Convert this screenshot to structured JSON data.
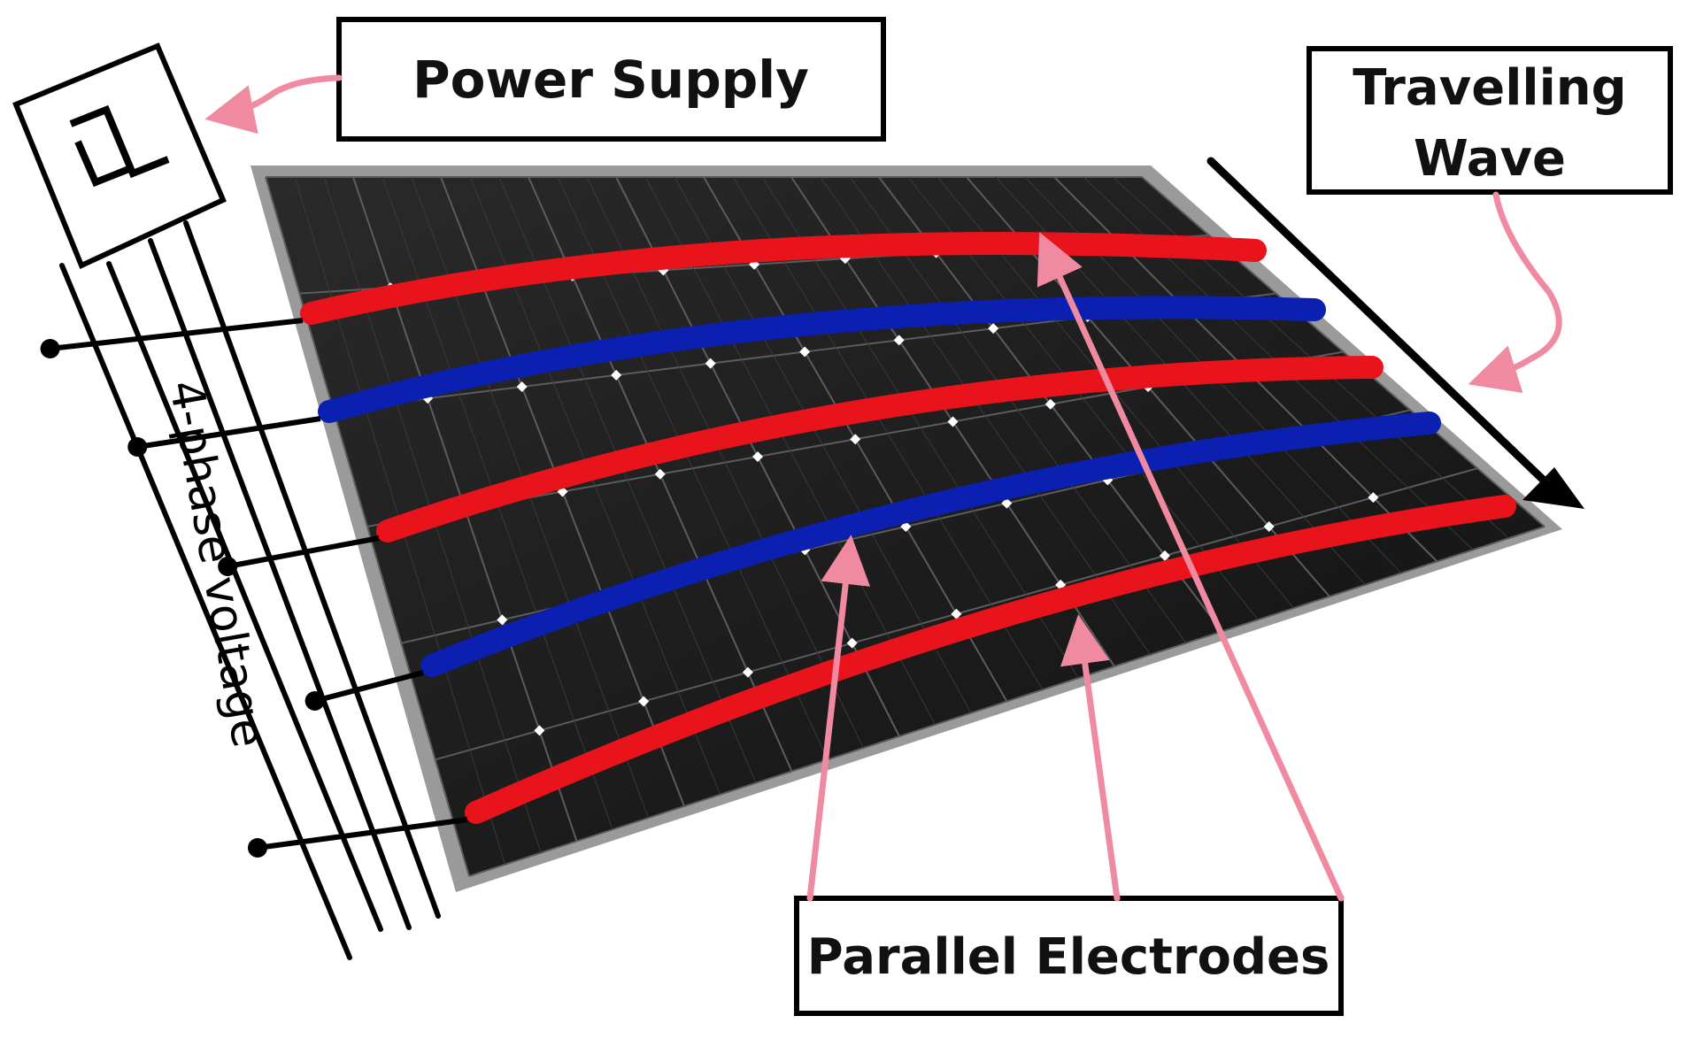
{
  "labels": {
    "power_supply": "Power Supply",
    "travelling_wave_line1": "Travelling",
    "travelling_wave_line2": "Wave",
    "parallel_electrodes": "Parallel Electrodes",
    "phase_voltage": "4-phase voltage"
  },
  "electrodes": [
    {
      "phase": "red"
    },
    {
      "phase": "blue"
    },
    {
      "phase": "red"
    },
    {
      "phase": "blue"
    },
    {
      "phase": "red"
    }
  ],
  "colors": {
    "electrode_red": "#e8131b",
    "electrode_blue": "#0b1fb0",
    "callout_arrow": "#f08aa0",
    "panel_dark": "#1b1b1b",
    "panel_frame": "#8e8e8e",
    "cell_line": "#6a6a6a",
    "wire": "#000000"
  }
}
